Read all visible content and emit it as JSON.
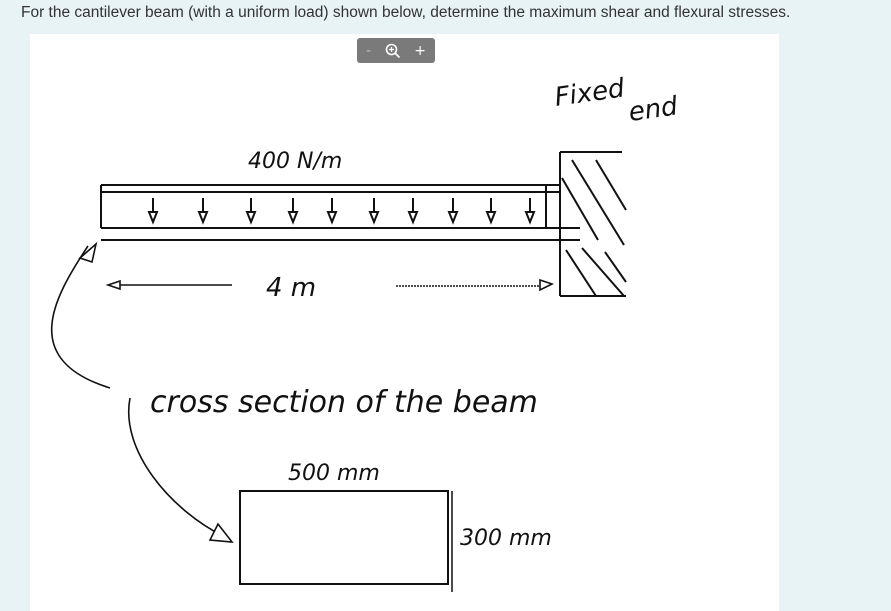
{
  "question": "For the cantilever beam (with a uniform load) shown below, determine the maximum shear and flexural stresses.",
  "zoom_controls": {
    "minus": "-",
    "plus": "+",
    "icon": "zoom-magnifier-icon"
  },
  "diagram": {
    "support_label_line1": "Fixed",
    "support_label_line2": "end",
    "load_label": "400 N/m",
    "span_label": "4 m",
    "cross_section_title": "cross section of the beam",
    "width_label": "500 mm",
    "height_label": "300 mm"
  }
}
